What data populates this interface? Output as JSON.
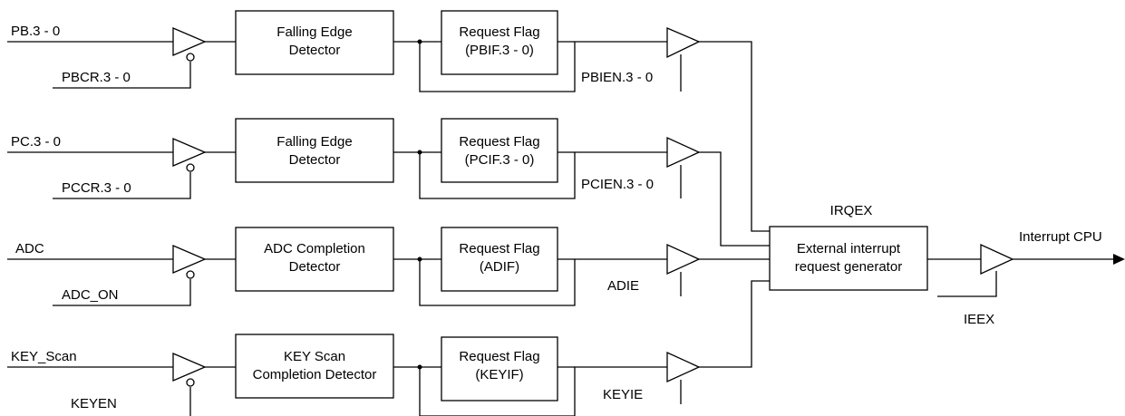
{
  "signals": {
    "pb_in": "PB.3 - 0",
    "pbcr": "PBCR.3 - 0",
    "pc_in": "PC.3 - 0",
    "pccr": "PCCR.3 - 0",
    "adc_in": "ADC",
    "adc_on": "ADC_ON",
    "key_in": "KEY_Scan",
    "keyen": "KEYEN"
  },
  "detectors": {
    "pb": [
      "Falling Edge",
      "Detector"
    ],
    "pc": [
      "Falling Edge",
      "Detector"
    ],
    "adc": [
      "ADC Completion",
      "Detector"
    ],
    "key": [
      "KEY Scan",
      "Completion Detector"
    ]
  },
  "flags": {
    "pb": [
      "Request Flag",
      "(PBIF.3 - 0)"
    ],
    "pc": [
      "Request Flag",
      "(PCIF.3 - 0)"
    ],
    "adc": [
      "Request Flag",
      "(ADIF)"
    ],
    "key": [
      "Request Flag",
      "(KEYIF)"
    ]
  },
  "enables": {
    "pb": "PBIEN.3 - 0",
    "pc": "PCIEN.3 - 0",
    "adc": "ADIE",
    "key": "KEYIE"
  },
  "generator": {
    "label": "IRQEX",
    "lines": [
      "External interrupt",
      "request generator"
    ]
  },
  "output": {
    "enable": "IEEX",
    "label": "Interrupt CPU"
  }
}
